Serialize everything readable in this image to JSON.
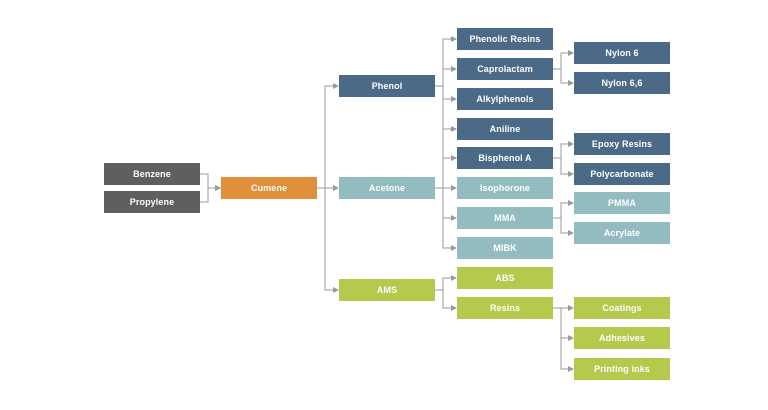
{
  "diagram": {
    "nodes": {
      "benzene": "Benzene",
      "propylene": "Propylene",
      "cumene": "Cumene",
      "phenol": "Phenol",
      "acetone": "Acetone",
      "ams": "AMS",
      "phenolic_resins": "Phenolic Resins",
      "caprolactam": "Caprolactam",
      "alkylphenols": "Alkylphenols",
      "aniline": "Aniline",
      "bisphenol_a": "Bisphenol A",
      "isophorone": "Isophorone",
      "mma": "MMA",
      "mibk": "MIBK",
      "abs": "ABS",
      "resins": "Resins",
      "nylon6": "Nylon 6",
      "nylon66": "Nylon 6,6",
      "epoxy_resins": "Epoxy Resins",
      "polycarbonate": "Polycarbonate",
      "pmma": "PMMA",
      "acrylate": "Acrylate",
      "coatings": "Coatings",
      "adhesives": "Adhesives",
      "printing_inks": "Printing inks"
    },
    "colors": {
      "feedstock": "#5f5f5f",
      "cumene": "#e0903a",
      "phenol_chain": "#4a6a88",
      "acetone_chain": "#93bcc1",
      "ams_chain": "#b5c94c",
      "connector": "#9a9a9a"
    },
    "edges": [
      [
        "benzene",
        "cumene"
      ],
      [
        "propylene",
        "cumene"
      ],
      [
        "cumene",
        "phenol"
      ],
      [
        "cumene",
        "acetone"
      ],
      [
        "cumene",
        "ams"
      ],
      [
        "phenol",
        "phenolic_resins"
      ],
      [
        "phenol",
        "caprolactam"
      ],
      [
        "phenol",
        "alkylphenols"
      ],
      [
        "phenol",
        "aniline"
      ],
      [
        "phenol",
        "bisphenol_a"
      ],
      [
        "acetone",
        "bisphenol_a"
      ],
      [
        "acetone",
        "isophorone"
      ],
      [
        "acetone",
        "mma"
      ],
      [
        "acetone",
        "mibk"
      ],
      [
        "ams",
        "abs"
      ],
      [
        "ams",
        "resins"
      ],
      [
        "caprolactam",
        "nylon6"
      ],
      [
        "caprolactam",
        "nylon66"
      ],
      [
        "bisphenol_a",
        "epoxy_resins"
      ],
      [
        "bisphenol_a",
        "polycarbonate"
      ],
      [
        "mma",
        "pmma"
      ],
      [
        "mma",
        "acrylate"
      ],
      [
        "resins",
        "coatings"
      ],
      [
        "resins",
        "adhesives"
      ],
      [
        "resins",
        "printing_inks"
      ]
    ]
  }
}
